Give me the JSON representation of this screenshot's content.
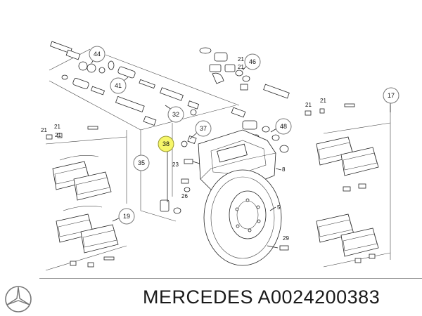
{
  "callouts": {
    "c44": "44",
    "c46": "46",
    "c41": "41",
    "c32": "32",
    "c37": "37",
    "c38": "38",
    "c35": "35",
    "c48": "48",
    "c17": "17",
    "c19": "19"
  },
  "labels": {
    "l21a": "21",
    "l21b": "21",
    "l21c": "21",
    "l21d": "21",
    "l21e": "21",
    "l21f": "21",
    "l21g": "21",
    "l23": "23",
    "l26": "26",
    "l8": "8",
    "l5": "5",
    "l29": "29"
  },
  "highlight_color": "#f6f66a",
  "brand": {
    "text": "MERCEDES A0024200383",
    "logo": "mercedes-star-icon"
  }
}
